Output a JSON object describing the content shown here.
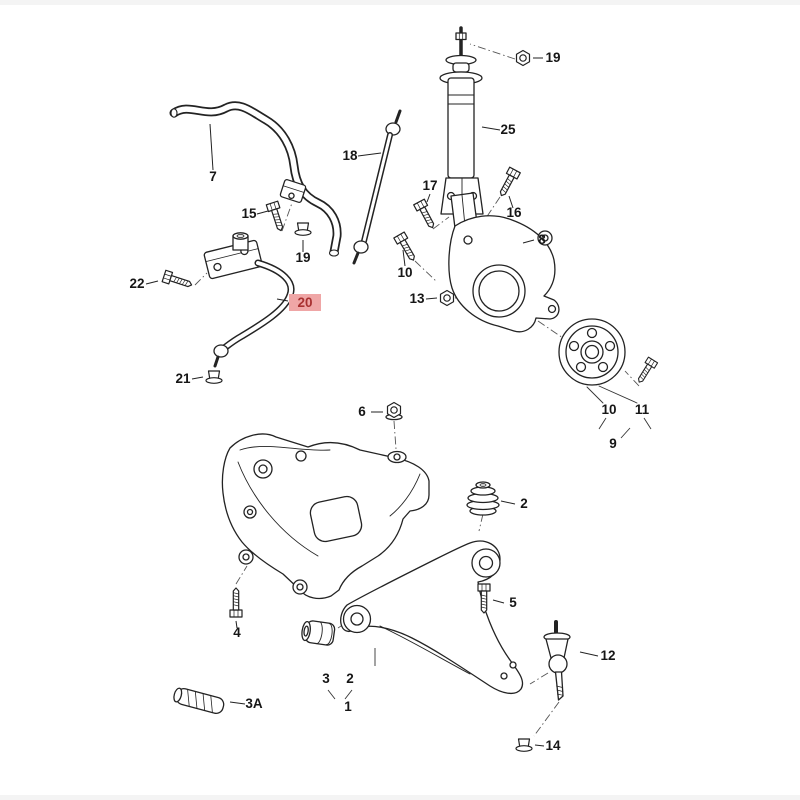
{
  "diagram": {
    "kind": "exploded-parts-diagram",
    "subject": "front-suspension-assembly",
    "background": "#ffffff",
    "line_color": "#222222",
    "highlight": {
      "label": "20",
      "bg": "#efa6a6",
      "text": "#a83030"
    },
    "callouts": {
      "c7": "7",
      "c18": "18",
      "c25": "25",
      "c19_top": "19",
      "c15": "15",
      "c19_mid": "19",
      "c17": "17",
      "c16": "16",
      "c8": "8",
      "c10_knuckle": "10",
      "c13": "13",
      "c22": "22",
      "c20": "20",
      "c21": "21",
      "c6": "6",
      "c10_hub": "10",
      "c11": "11",
      "c9": "9",
      "c2_upper": "2",
      "c4": "4",
      "c5": "5",
      "c12": "12",
      "c3": "3",
      "c2_lower": "2",
      "c1": "1",
      "c3a": "3A",
      "c14": "14"
    }
  }
}
